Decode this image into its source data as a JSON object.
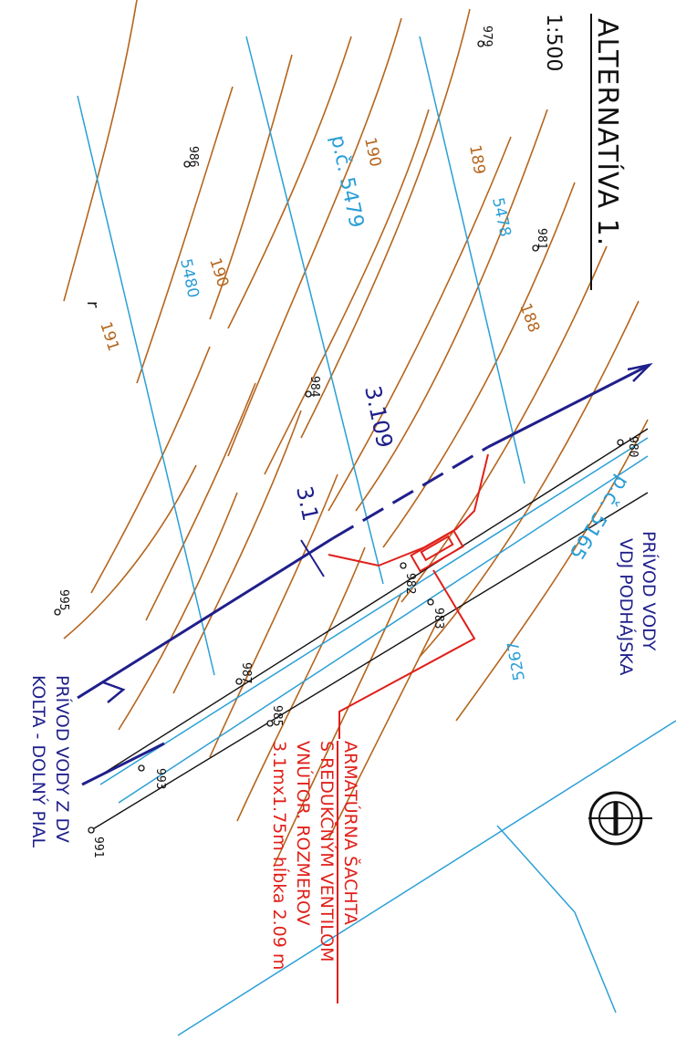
{
  "title": "ALTERNATÍVA 1.",
  "scale": "1:500",
  "colors": {
    "contour": "#b5651d",
    "parcel": "#2a9fd6",
    "pipe": "#1f1f8c",
    "proposed": "#e0201a",
    "road": "#111111"
  },
  "contour_labels": [
    "189",
    "188",
    "190",
    "190",
    "191"
  ],
  "parcel_labels": {
    "p5478": "5478",
    "p5479": "p.č. 5479",
    "p5480": "5480",
    "p5165": "p.č. 5165",
    "p5267": "5267",
    "p3109": "3.109",
    "p31": "3.1"
  },
  "points": [
    "979",
    "981",
    "986",
    "984",
    "980",
    "982",
    "983",
    "995",
    "987",
    "985",
    "993",
    "991"
  ],
  "r_label": "r",
  "top_note": [
    "PRÍVOD VODY",
    "VDJ PODHÁJSKA"
  ],
  "bottom_note": [
    "PRÍVOD VODY Z DV",
    "KOLTA - DOLNÝ PIAL"
  ],
  "shaft_note": [
    "ARMATÚRNA ŠACHTA",
    "S REDUKČNÝM VENTILOM",
    "VNÚTOR. ROZMEROV",
    "3.1mx1.75m hĺbka 2.09 m"
  ],
  "north_icon": "north-arrow-icon"
}
